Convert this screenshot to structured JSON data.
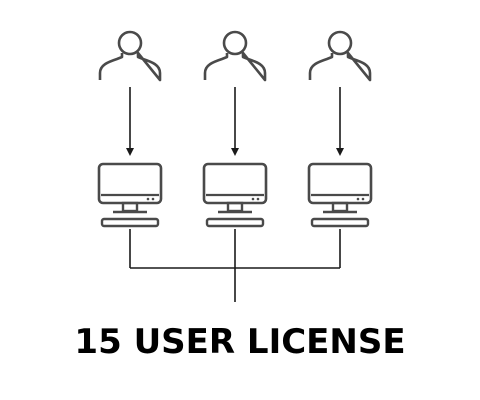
{
  "caption": "15 USER LICENSE",
  "colors": {
    "icon_stroke": "#4a4a4a",
    "arrow": "#1a1a1a",
    "connector": "#1a1a1a",
    "caption_text": "#000000",
    "background": "#ffffff"
  },
  "icons": {
    "user": "user-icon",
    "computer": "desktop-computer-icon"
  },
  "groups": [
    {
      "id": "left"
    },
    {
      "id": "center"
    },
    {
      "id": "right"
    }
  ]
}
